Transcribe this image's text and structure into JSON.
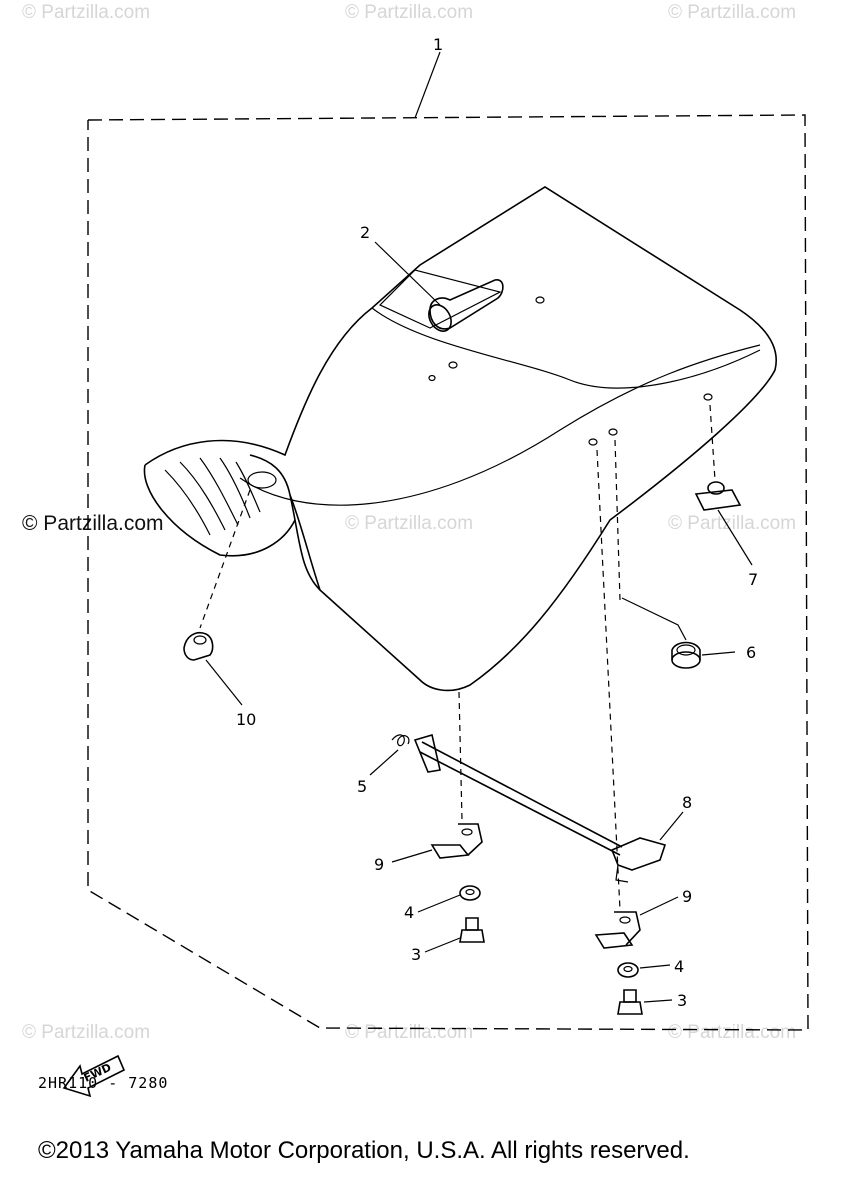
{
  "watermarks": {
    "text": "© Partzilla.com"
  },
  "callouts": {
    "c1": "1",
    "c2": "2",
    "c3a": "3",
    "c3b": "3",
    "c4a": "4",
    "c4b": "4",
    "c5": "5",
    "c6": "6",
    "c7": "7",
    "c8": "8",
    "c9a": "9",
    "c9b": "9",
    "c10": "10"
  },
  "fwd_label": "FWD",
  "diagram_code": "2HR110 - 7280",
  "copyright": "©2013  Yamaha Motor Corporation, U.S.A. All rights reserved."
}
